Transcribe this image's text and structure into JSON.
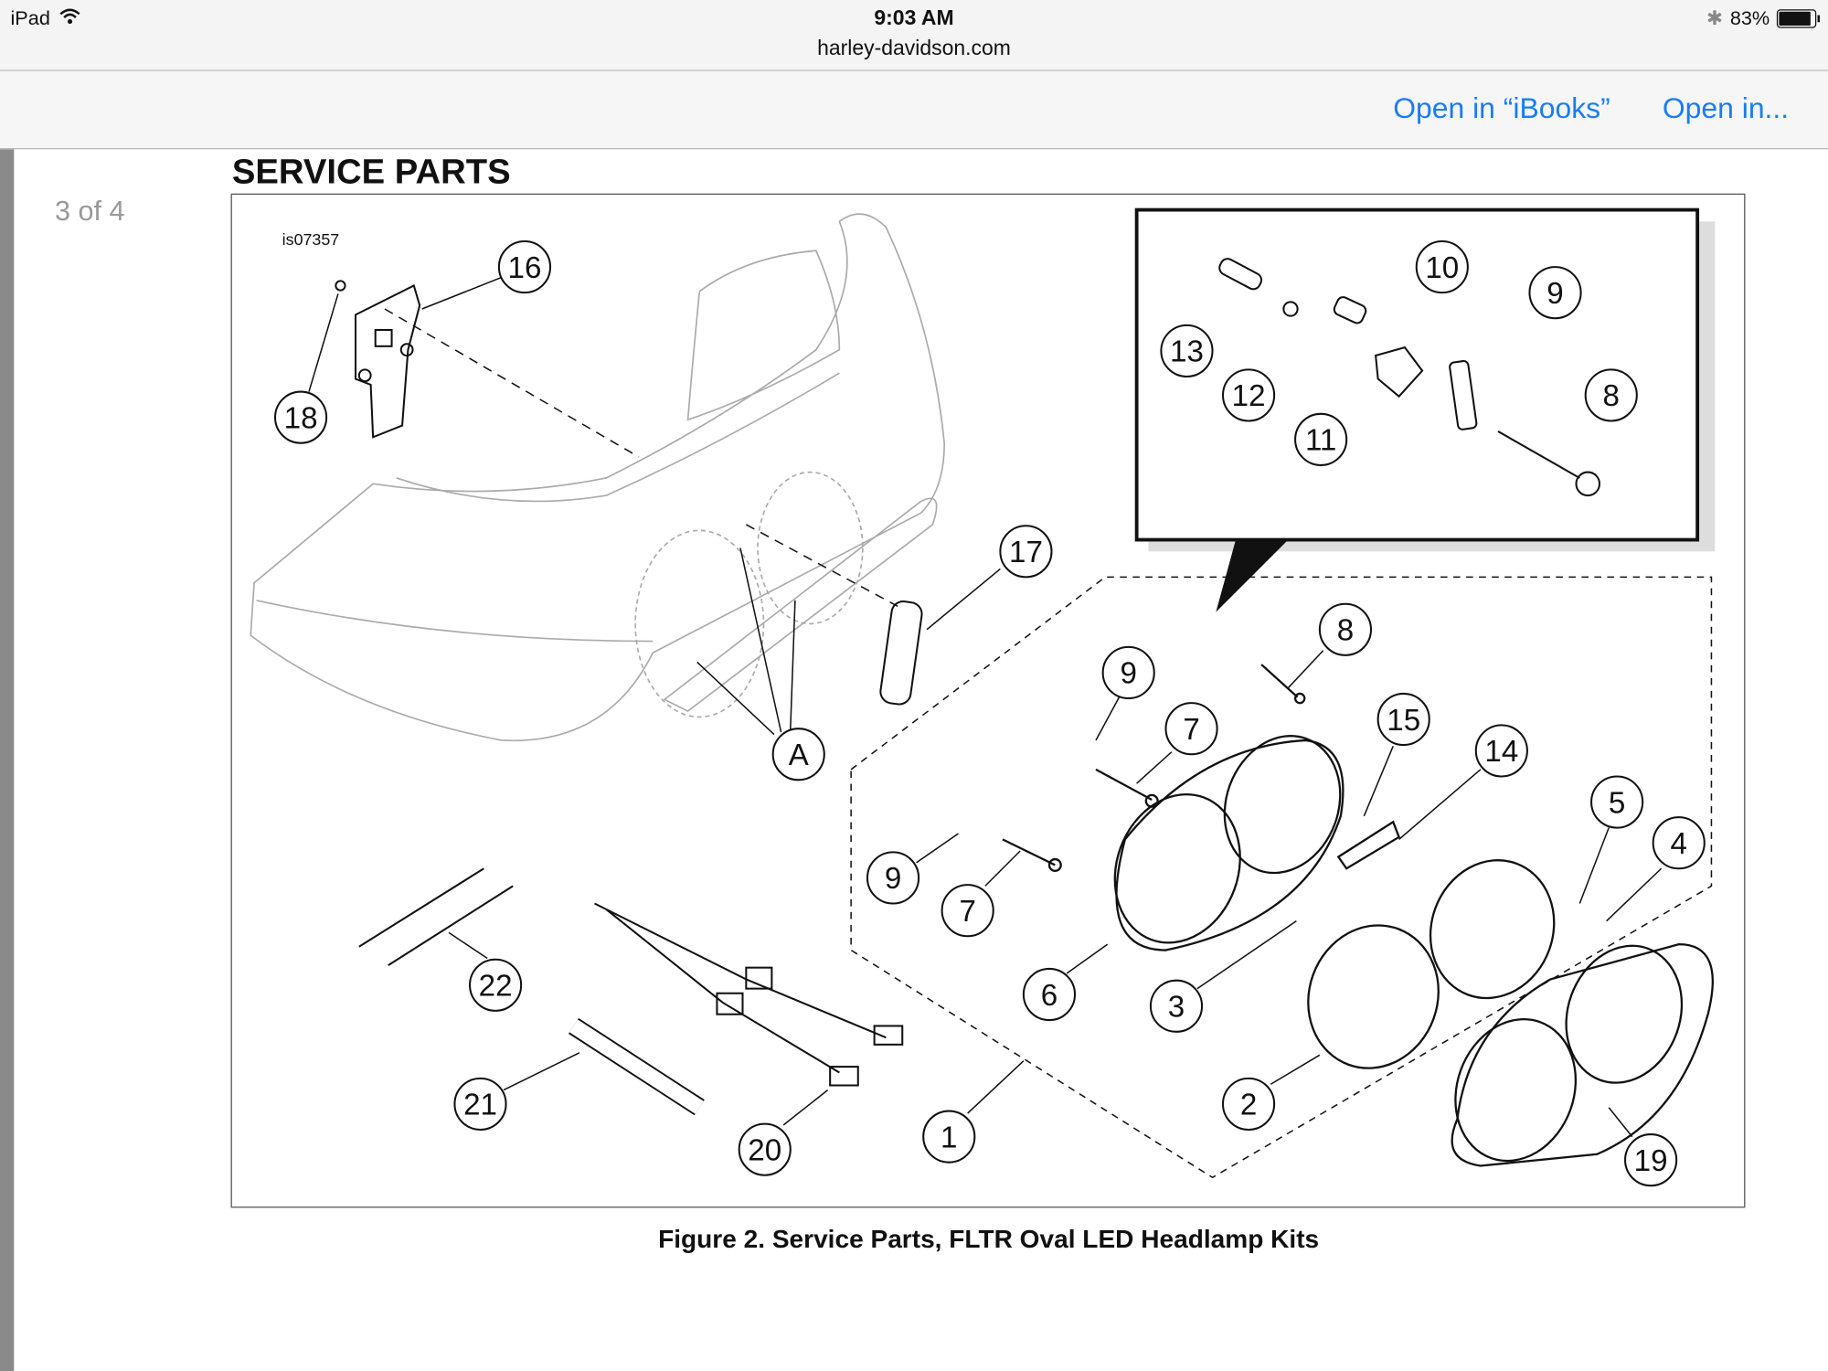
{
  "status_bar": {
    "device": "iPad",
    "time": "9:03 AM",
    "url": "harley-davidson.com",
    "battery": "83%",
    "battery_level": 0.83,
    "icons": [
      "wifi-icon",
      "bluetooth-icon",
      "battery-icon"
    ]
  },
  "toolbar": {
    "open_in_ibooks": "Open in “iBooks”",
    "open_in": "Open in..."
  },
  "document": {
    "heading": "SERVICE PARTS",
    "page_indicator": "3 of 4",
    "figure_id": "is07357",
    "caption": "Figure 2. Service Parts, FLTR Oval LED Headlamp Kits",
    "callouts": [
      "16",
      "18",
      "17",
      "A",
      "13",
      "10",
      "9",
      "12",
      "11",
      "8",
      "8",
      "9",
      "7",
      "15",
      "14",
      "5",
      "4",
      "9",
      "7",
      "6",
      "3",
      "22",
      "21",
      "20",
      "1",
      "2",
      "19"
    ]
  },
  "colors": {
    "link": "#1a7cf5"
  }
}
